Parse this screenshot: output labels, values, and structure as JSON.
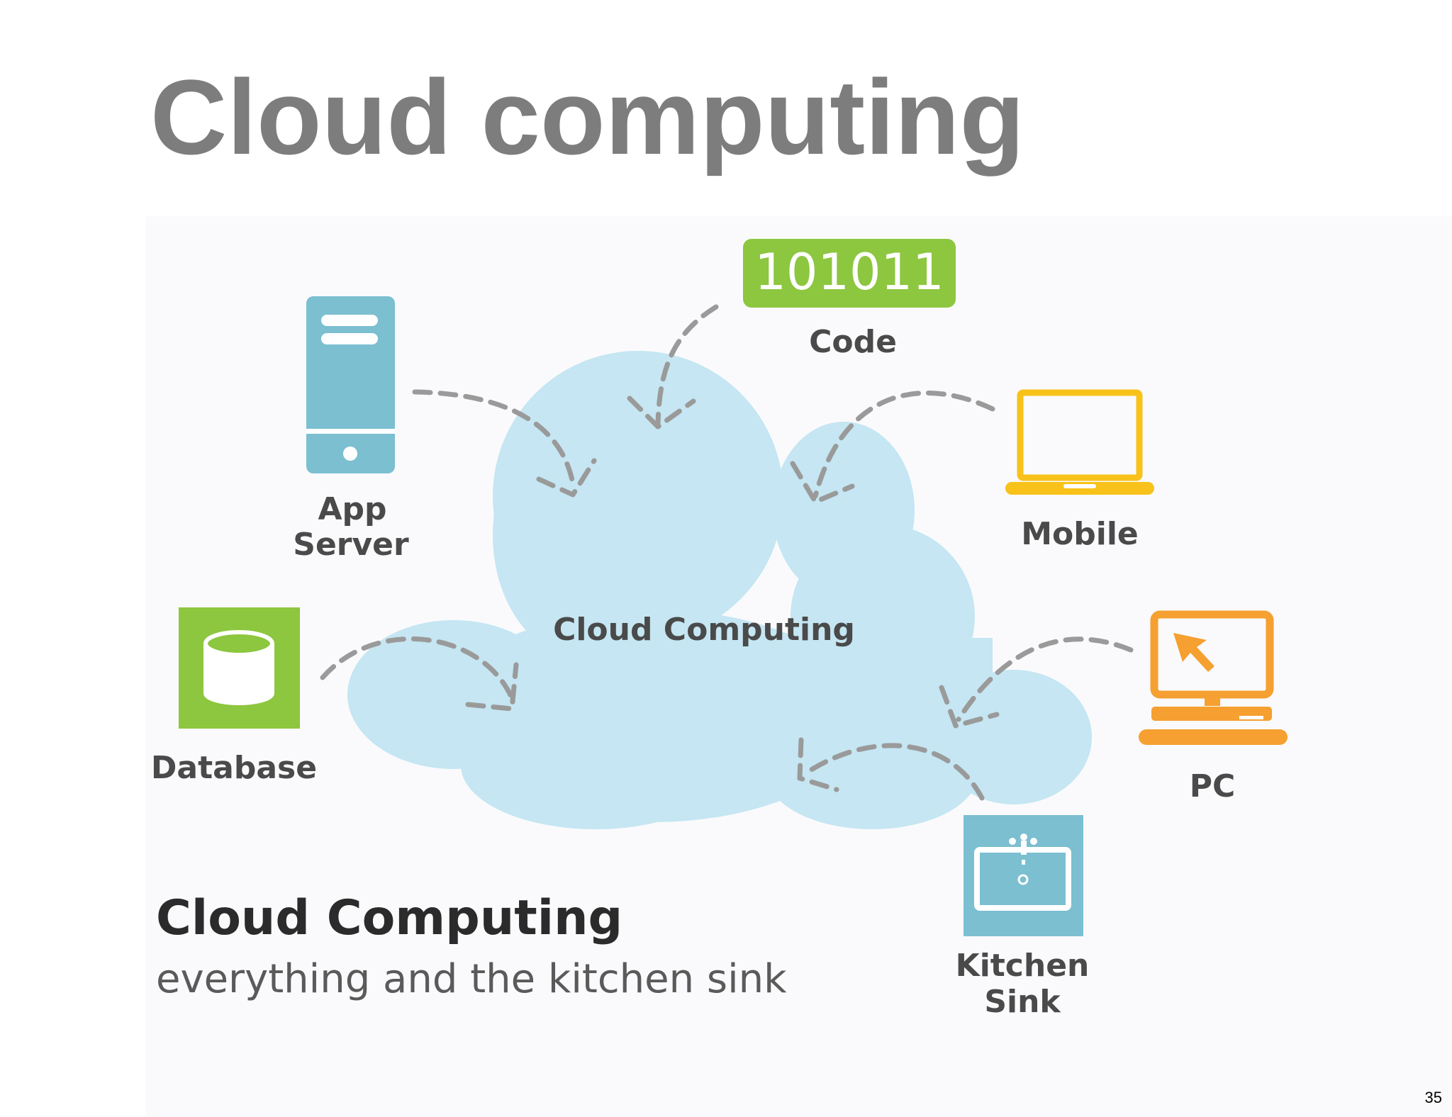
{
  "slide": {
    "title": "Cloud computing",
    "page_number": "35"
  },
  "diagram": {
    "center_label": "Cloud Computing",
    "caption_title": "Cloud Computing",
    "caption_subtitle": "everything and the kitchen sink",
    "nodes": {
      "code": {
        "badge": "101011",
        "label": "Code",
        "icon": "binary-code-icon"
      },
      "app_server": {
        "label_line1": "App",
        "label_line2": "Server",
        "icon": "server-icon"
      },
      "mobile": {
        "label": "Mobile",
        "icon": "laptop-icon"
      },
      "database": {
        "label": "Database",
        "icon": "database-icon"
      },
      "pc": {
        "label": "PC",
        "icon": "desktop-computer-icon"
      },
      "kitchen_sink": {
        "label_line1": "Kitchen",
        "label_line2": "Sink",
        "icon": "sink-icon"
      }
    }
  },
  "colors": {
    "title": "#7d7d7d",
    "cloud": "#c5e6f2",
    "code_green": "#8dc63f",
    "database_green": "#8dc63f",
    "server_blue": "#7bbfd1",
    "sink_blue": "#7bbfd1",
    "mobile_yellow": "#f8c21b",
    "pc_orange": "#f5a031",
    "label_gray": "#4a4a4a",
    "caption_dark": "#2b2b2b",
    "caption_gray": "#5a5a5a",
    "arrow_gray": "#9a9a9a"
  }
}
